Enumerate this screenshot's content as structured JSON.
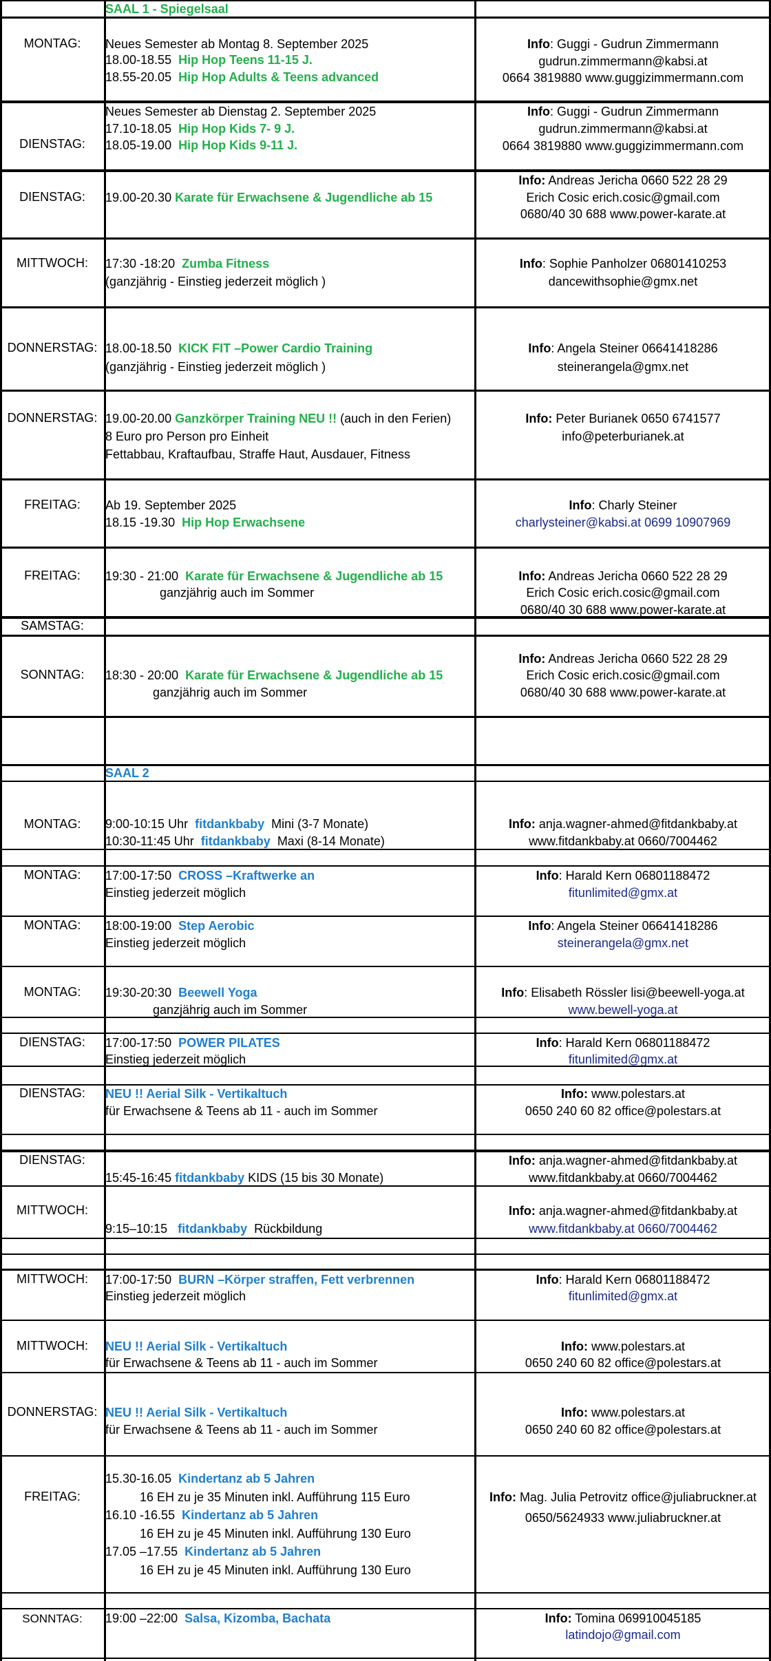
{
  "saal1": {
    "header": "SAAL 1 - Spiegelsaal",
    "rows": [
      {
        "day": "MONTAG:",
        "lines": [
          "Neues Semester ab Montag 8. September 2025",
          "18.00-18.55",
          "Hip Hop Teens 11-15 J.",
          "18.55-20.05",
          "Hip Hop Adults & Teens advanced"
        ],
        "info": [
          "Info",
          ": Guggi - Gudrun Zimmermann",
          "gudrun.zimmermann@kabsi.at",
          "0664 3819880  www.guggizimmermann.com"
        ]
      },
      {
        "day": "DIENSTAG:",
        "lines": [
          "Neues Semester ab Dienstag 2. September 2025",
          "17.10-18.05",
          "Hip Hop Kids 7- 9 J.",
          "18.05-19.00",
          "Hip Hop Kids 9-11  J."
        ],
        "info": [
          "Info",
          ": Guggi - Gudrun Zimmermann",
          "gudrun.zimmermann@kabsi.at",
          "0664 3819880   www.guggizimmermann.com"
        ]
      },
      {
        "day": "DIENSTAG:",
        "lines": [
          "19.00-20.30",
          "Karate für Erwachsene & Jugendliche  ab 15"
        ],
        "info": [
          "Info:",
          " Andreas Jericha     0660 522 28 29",
          "Erich Cosic   erich.cosic@gmail.com",
          "0680/40 30 688      www.power-karate.at"
        ]
      },
      {
        "day": "MITTWOCH:",
        "lines": [
          "17:30 -18:20",
          "Zumba Fitness",
          "(ganzjährig - Einstieg jederzeit möglich )"
        ],
        "info": [
          "Info",
          ": Sophie Panholzer     06801410253",
          "dancewithsophie@gmx.net"
        ]
      },
      {
        "day": "DONNERSTAG:",
        "lines": [
          "18.00-18.50",
          "KICK FIT –Power Cardio Training",
          "(ganzjährig - Einstieg jederzeit möglich )"
        ],
        "info": [
          "Info",
          ": Angela Steiner      06641418286",
          "steinerangela@gmx.net"
        ]
      },
      {
        "day": "DONNERSTAG:",
        "lines": [
          "19.00-20.00",
          "Ganzkörper Training   NEU !!",
          " (auch in den Ferien)",
          "8 Euro pro Person pro Einheit",
          "Fettabbau, Kraftaufbau, Straffe Haut, Ausdauer, Fitness"
        ],
        "info": [
          "Info:",
          " Peter Burianek      0650 6741577",
          "info@peterburianek.at"
        ]
      },
      {
        "day": "FREITAG:",
        "lines": [
          "Ab 19. September 2025",
          "18.15 -19.30",
          "Hip Hop  Erwachsene"
        ],
        "info": [
          "Info",
          ": Charly Steiner",
          "charlysteiner@kabsi.at     0699 10907969"
        ]
      },
      {
        "day": "FREITAG:",
        "lines": [
          "19:30 - 21:00",
          "Karate für Erwachsene & Jugendliche  ab 15",
          "ganzjährig auch im Sommer"
        ],
        "info": [
          "Info:",
          " Andreas Jericha     0660 522 28 29",
          "Erich Cosic   erich.cosic@gmail.com",
          "0680/40 30 688      www.power-karate.at"
        ]
      },
      {
        "day": "SAMSTAG:"
      },
      {
        "day": "SONNTAG:",
        "lines": [
          "18:30 - 20:00",
          "Karate für Erwachsene & Jugendliche  ab 15",
          "ganzjährig auch im Sommer"
        ],
        "info": [
          "Info:",
          " Andreas Jericha     0660 522 28 29",
          "Erich Cosic   erich.cosic@gmail.com",
          "0680/40 30 688      www.power-karate.at"
        ]
      }
    ]
  },
  "saal2": {
    "header": "SAAL  2",
    "rows": [
      {
        "day": "MONTAG:",
        "lines": [
          "9:00-10:15 Uhr",
          "fitdankbaby",
          "Mini (3-7 Monate)",
          "10:30-11:45 Uhr",
          "fitdankbaby",
          "Maxi  (8-14  Monate)"
        ],
        "info": [
          "Info:",
          " anja.wagner-ahmed@fitdankbaby.at",
          "www.fitdankbaby.at    0660/7004462"
        ]
      },
      {
        "day": "MONTAG:",
        "lines": [
          "17:00-17:50",
          "CROSS –Kraftwerke an",
          "Einstieg jederzeit möglich"
        ],
        "info": [
          "Info",
          ": Harald Kern  06801188472",
          "fitunlimited@gmx.at"
        ]
      },
      {
        "day": "MONTAG:",
        "lines": [
          "18:00-19:00",
          "Step Aerobic",
          "Einstieg jederzeit möglich"
        ],
        "info": [
          "Info",
          ": Angela Steiner 06641418286",
          "steinerangela@gmx.net"
        ]
      },
      {
        "day": "MONTAG:",
        "lines": [
          "19:30-20:30",
          "Beewell Yoga",
          "ganzjährig auch im Sommer"
        ],
        "info": [
          "Info",
          ": Elisabeth Rössler  lisi@beewell-yoga.at",
          "www.bewell-yoga.at"
        ]
      },
      {
        "day": "DIENSTAG:",
        "lines": [
          "17:00-17:50",
          "POWER PILATES",
          "Einstieg jederzeit möglich"
        ],
        "info": [
          "Info",
          ": Harald Kern  06801188472",
          "fitunlimited@gmx.at"
        ]
      },
      {
        "day": "DIENSTAG:",
        "lines": [
          "NEU !! Aerial Silk - Vertikaltuch",
          "für Erwachsene & Teens ab 11  - auch im Sommer"
        ],
        "info": [
          "Info:",
          " www.polestars.at",
          "0650 240 60 82      office@polestars.at"
        ]
      },
      {
        "day": "DIENSTAG:",
        "lines": [
          "15:45-16:45",
          "fitdankbaby",
          " KIDS (15 bis 30 Monate)"
        ],
        "info": [
          "Info:",
          " anja.wagner-ahmed@fitdankbaby.at",
          "www.fitdankbaby.at    0660/7004462"
        ]
      },
      {
        "day": "MITTWOCH:",
        "lines": [
          "9:15–10:15",
          "fitdankbaby",
          "Rückbildung"
        ],
        "info": [
          "Info:",
          " anja.wagner-ahmed@fitdankbaby.at",
          "www.fitdankbaby.at    0660/7004462"
        ]
      },
      {
        "day": "MITTWOCH:",
        "lines": [
          "17:00-17:50",
          "BURN –Körper straffen, Fett verbrennen",
          "Einstieg jederzeit möglich"
        ],
        "info": [
          "Info",
          ": Harald Kern  06801188472",
          "fitunlimited@gmx.at"
        ]
      },
      {
        "day": "MITTWOCH:",
        "lines": [
          "NEU !! Aerial Silk - Vertikaltuch",
          "für Erwachsene & Teens ab 11  - auch im Sommer"
        ],
        "info": [
          "Info:",
          " www.polestars.at",
          "0650 240 60 82      office@polestars.at"
        ]
      },
      {
        "day": "DONNERSTAG:",
        "lines": [
          "NEU !! Aerial Silk - Vertikaltuch",
          "für Erwachsene & Teens ab 11  - auch im Sommer"
        ],
        "info": [
          "Info:",
          " www.polestars.at",
          "0650 240 60 82      office@polestars.at"
        ]
      },
      {
        "day": "FREITAG:",
        "lines": [
          "15.30-16.05",
          "Kindertanz ab 5 Jahren",
          "16 EH zu je 35 Minuten inkl. Aufführung  115 Euro",
          "16.10 -16.55",
          "Kindertanz ab 5 Jahren",
          "16 EH zu je 45 Minuten inkl. Aufführung  130 Euro",
          "17.05 –17.55",
          "Kindertanz ab 5 Jahren",
          "16 EH zu je 45 Minuten inkl. Aufführung  130 Euro"
        ],
        "info": [
          "Info:",
          " Mag. Julia Petrovitz  office@juliabruckner.at",
          "0650/5624933     www.juliabruckner.at"
        ]
      },
      {
        "day": "SONNTAG:",
        "lines": [
          "19:00 –22:00",
          "Salsa, Kizomba, Bachata"
        ],
        "info": [
          "Info:",
          " Tomina 069910045185",
          "latindojo@gmail.com"
        ]
      }
    ]
  }
}
